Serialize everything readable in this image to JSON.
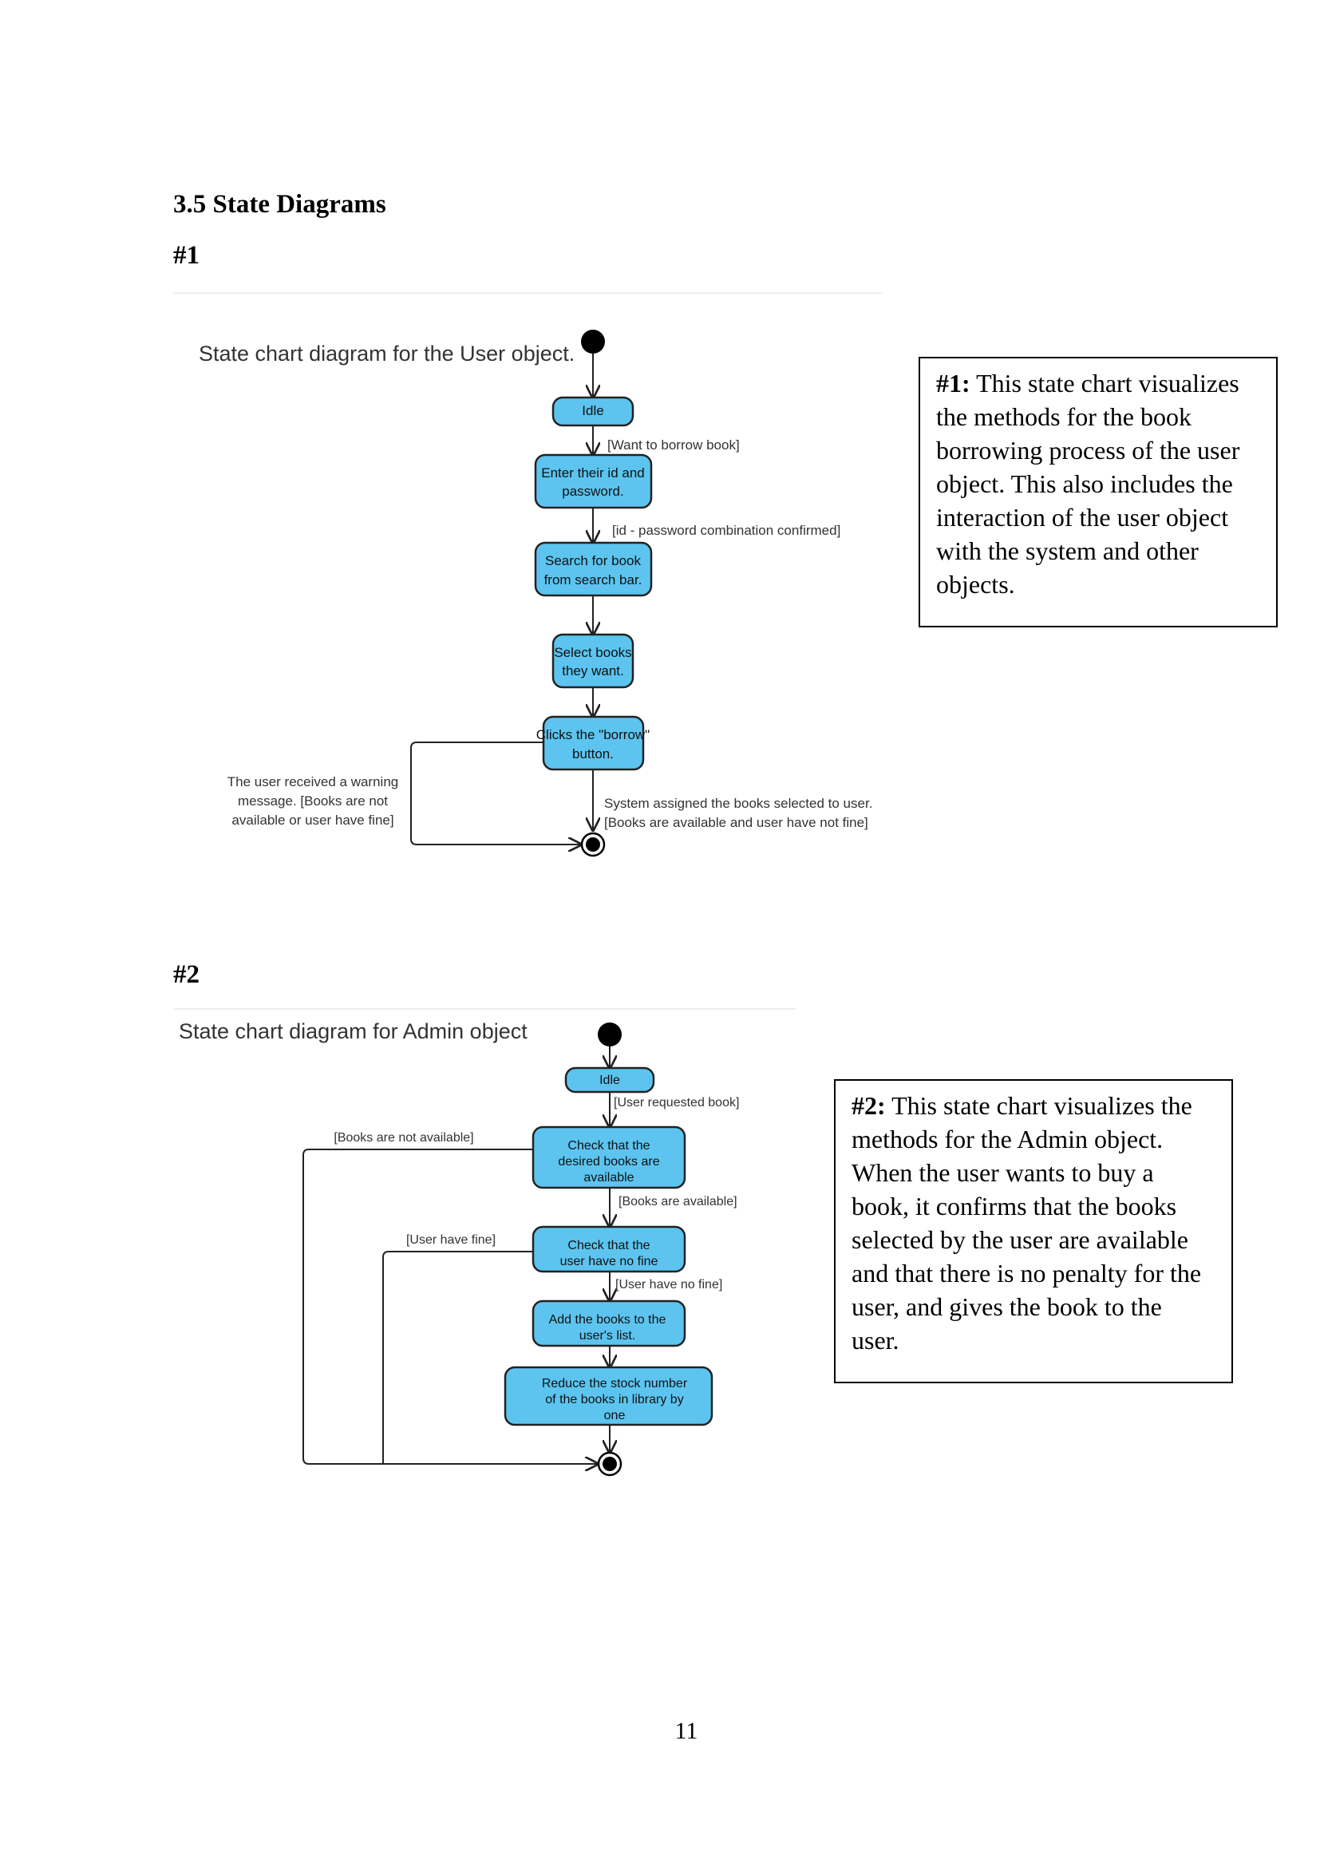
{
  "section_title": "3.5 State Diagrams",
  "diagram1": {
    "number_label": "#1",
    "title": "State chart diagram for the User object.",
    "states": [
      [
        "Idle"
      ],
      [
        "Enter their id and",
        "password."
      ],
      [
        "Search for book",
        "from search bar."
      ],
      [
        "Select books",
        "they want."
      ],
      [
        "Clicks the \"borrow\"",
        "button."
      ]
    ],
    "transitions": {
      "t1": "[Want to borrow book]",
      "t2": "[id - password combination confirmed]",
      "success": [
        "System assigned the books selected to user.",
        "[Books are available and user have not fine]"
      ],
      "failure": [
        "The user received a warning",
        "message. [Books are not",
        "available or user have fine]"
      ]
    },
    "description_label": "#1:",
    "description_text": " This state chart visualizes the methods for the book borrowing process of the user object. This also includes the interaction of the user object with the system and other objects."
  },
  "diagram2": {
    "number_label": "#2",
    "title": "State chart diagram for Admin object",
    "states": [
      [
        "Idle"
      ],
      [
        "Check that the",
        "desired books are",
        "available"
      ],
      [
        "Check that the",
        "user have no fine"
      ],
      [
        "Add the books to the",
        "user's list."
      ],
      [
        "Reduce the stock number",
        "of the books in library by",
        "one"
      ]
    ],
    "transitions": {
      "t1": "[User requested book]",
      "t2": "[Books are available]",
      "t3": "[User have no fine]",
      "fail_books": "[Books are not available]",
      "fail_fine": "[User have fine]"
    },
    "description_label": "#2:",
    "description_text": " This state chart visualizes the methods for the Admin object. When the user wants to buy a book, it confirms that the books selected by the user are available and that there is no penalty for the user, and gives the book to the user."
  },
  "page_number": "11",
  "colors": {
    "state_fill": "#5cc4ef",
    "state_stroke": "#222222"
  }
}
